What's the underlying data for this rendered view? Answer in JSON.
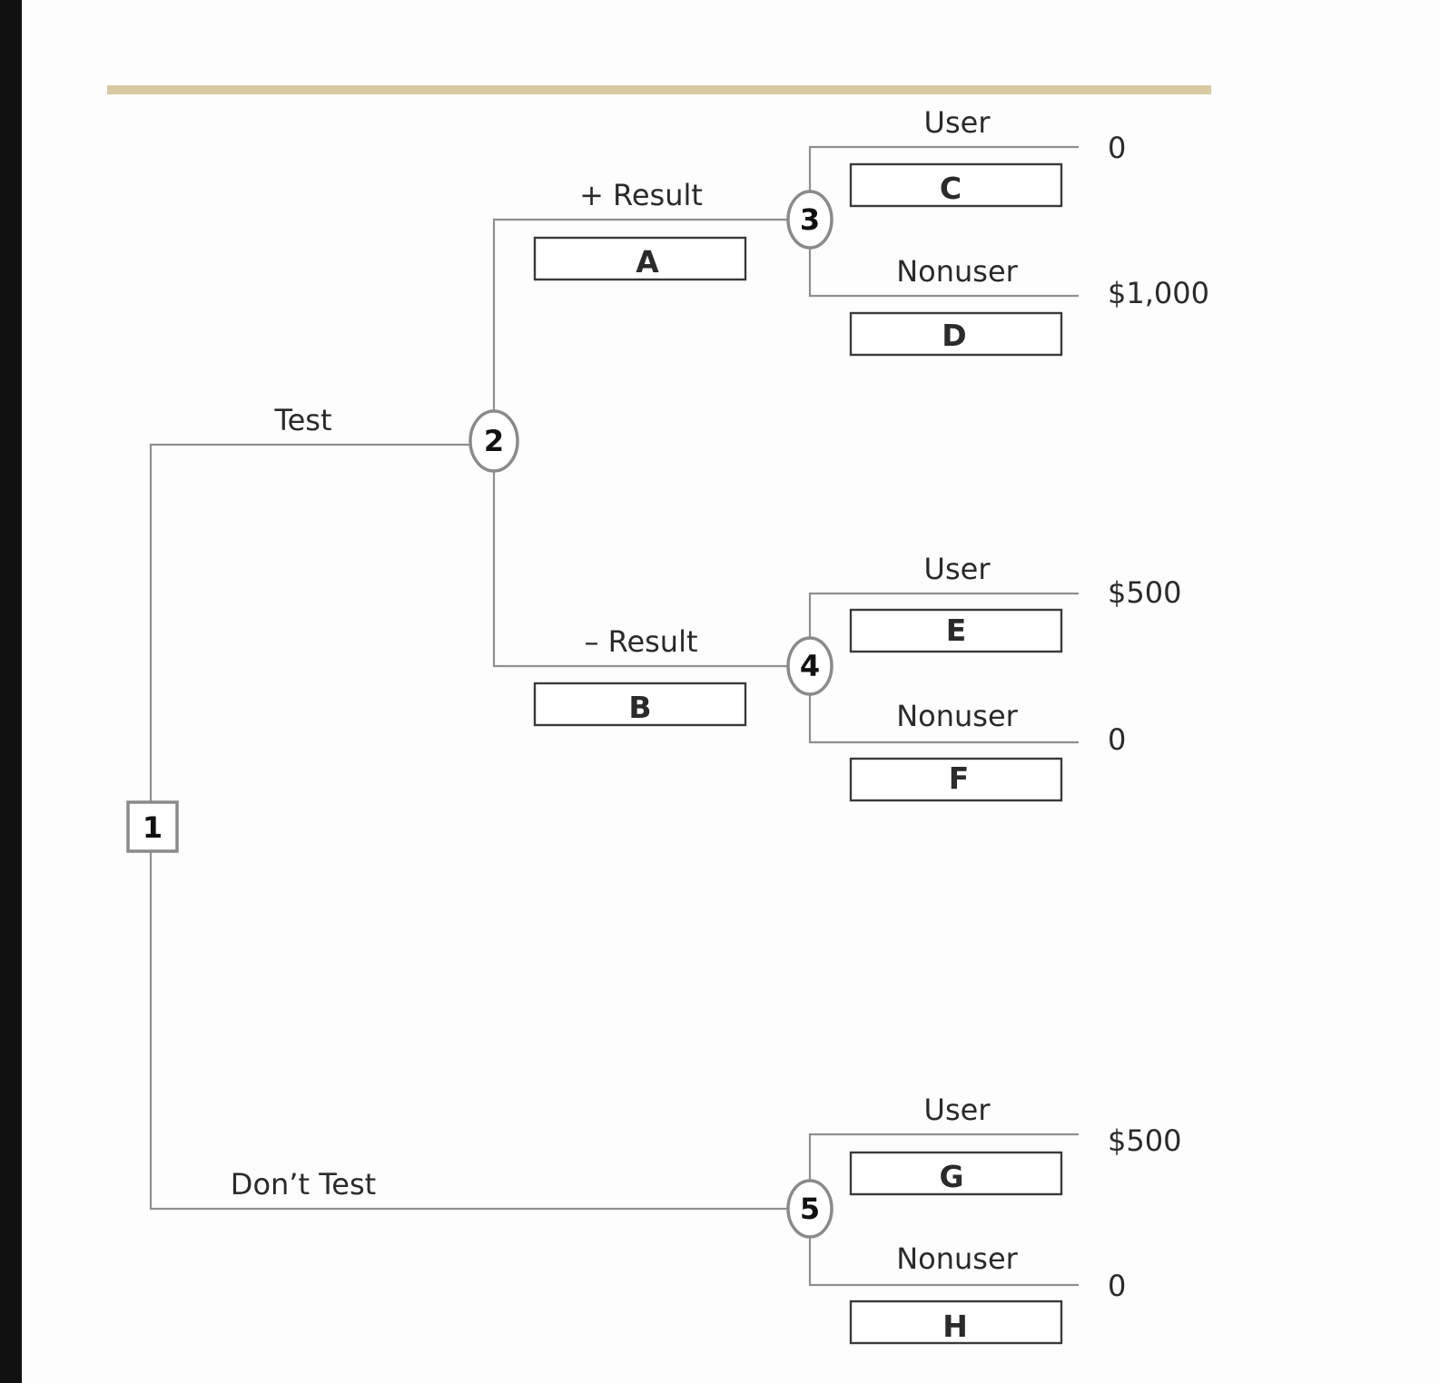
{
  "colors": {
    "rule": "#d8c9a2",
    "lines": "#8f8f8f",
    "left_bar": "#111111"
  },
  "nodes": {
    "decision_1": "1",
    "chance_2": "2",
    "chance_3": "3",
    "chance_4": "4",
    "chance_5": "5"
  },
  "branches": {
    "test": "Test",
    "dont_test": "Don’t Test",
    "plus_result": "+ Result",
    "minus_result": "– Result",
    "user_3": "User",
    "nonuser_3": "Nonuser",
    "user_4": "User",
    "nonuser_4": "Nonuser",
    "user_5": "User",
    "nonuser_5": "Nonuser"
  },
  "boxes": {
    "a": "A",
    "b": "B",
    "c": "C",
    "d": "D",
    "e": "E",
    "f": "F",
    "g": "G",
    "h": "H"
  },
  "payoffs": {
    "user_3": "0",
    "nonuser_3": "$1,000",
    "user_4": "$500",
    "nonuser_4": "0",
    "user_5": "$500",
    "nonuser_5": "0"
  }
}
